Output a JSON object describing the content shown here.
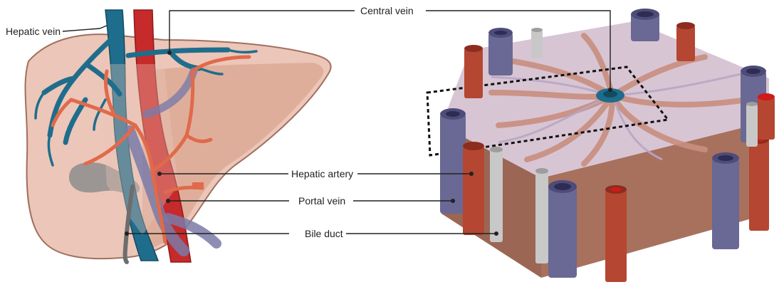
{
  "labels": {
    "hepatic_vein": "Hepatic vein",
    "central_vein": "Central vein",
    "hepatic_artery": "Hepatic artery",
    "portal_vein": "Portal vein",
    "bile_duct": "Bile duct"
  },
  "colors": {
    "liver_fill": "#ecc6b8",
    "liver_shadow": "#dba592",
    "hepatic_vein": "#1f6d8c",
    "hepatic_artery": "#e06a4a",
    "portal_vein": "#7a7aa8",
    "bile_duct": "#8c8c8c",
    "vena_cava": "#c62a2a",
    "lobule_side": "#a7715e",
    "lobule_top": "#d8c5d3",
    "column_purple": "#6a6894",
    "column_red": "#b54631",
    "column_gray": "#c8c8c8",
    "leader_line": "#222222"
  }
}
